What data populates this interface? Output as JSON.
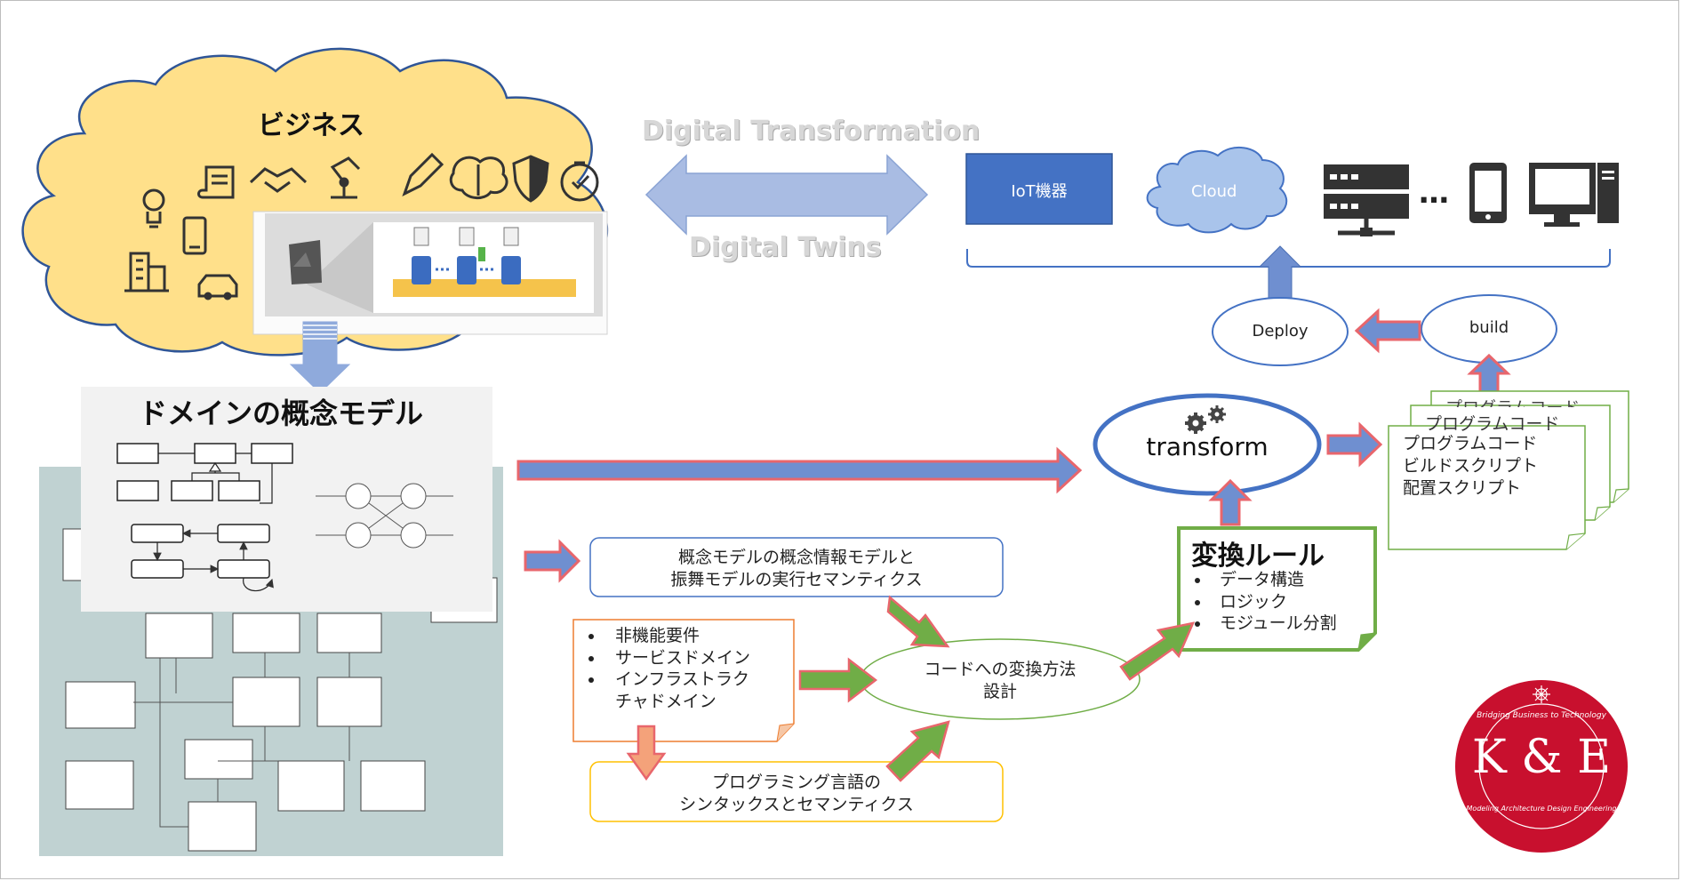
{
  "business": {
    "title": "ビジネス"
  },
  "center": {
    "top_label": "Digital Transformation",
    "bottom_label": "Digital Twins"
  },
  "deploy_targets": {
    "iot_label": "IoT機器",
    "cloud_label": "Cloud",
    "ellipsis": "…",
    "deploy_label": "Deploy",
    "build_label": "build"
  },
  "domain_model": {
    "title": "ドメインの概念モデル"
  },
  "transform": {
    "label": "transform"
  },
  "outputs": {
    "back1": "プログラムコード",
    "back2": "プログラムコード",
    "lines": [
      "プログラムコード",
      "ビルドスクリプト",
      "配置スクリプト"
    ]
  },
  "rules": {
    "title": "変換ルール",
    "items": [
      "データ構造",
      "ロジック",
      "モジュール分割"
    ]
  },
  "concept_box": {
    "line1": "概念モデルの概念情報モデルと",
    "line2": "振舞モデルの実行セマンティクス"
  },
  "nonfunctional": {
    "items": [
      "非機能要件",
      "サービスドメイン",
      "インフラストラク",
      "チャドメイン"
    ]
  },
  "code_method": {
    "line1": "コードへの変換方法",
    "line2": "設計"
  },
  "language_box": {
    "line1": "プログラミング言語の",
    "line2": "シンタックスとセマンティクス"
  },
  "logo": {
    "main": "K & E",
    "top_arc": "Bridging Business to Technology",
    "bottom_arc": "Modeling Architecture Design Engineering",
    "color": "#c8102e"
  },
  "colors": {
    "cloud_fill": "#ffe08a",
    "iot_fill": "#4472c4",
    "arrow_blue": "#6f8fd0",
    "arrow_red_outline": "#e8666c",
    "arrow_green": "#70ad47",
    "ellipse_blue": "#4472c4",
    "rules_green": "#70ad47"
  }
}
